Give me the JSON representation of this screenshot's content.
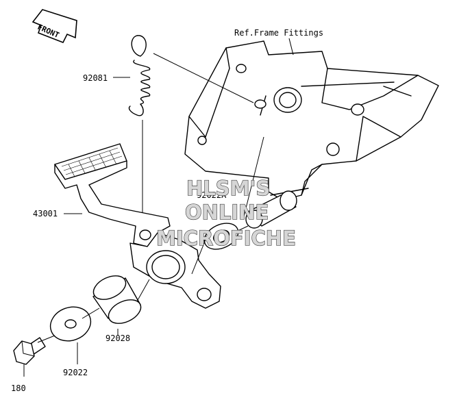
{
  "front_indicator": {
    "text": "FRONT"
  },
  "labels": {
    "ref_frame": "Ref.Frame Fittings",
    "spring": "92081",
    "pedal": "43001",
    "washer_upper": "92022A",
    "collar": "92028",
    "washer_lower": "92022",
    "bolt": "180"
  },
  "watermark": {
    "line1": "HLSM'S",
    "line2": "ONLINE",
    "line3": "MICROFICHE"
  }
}
